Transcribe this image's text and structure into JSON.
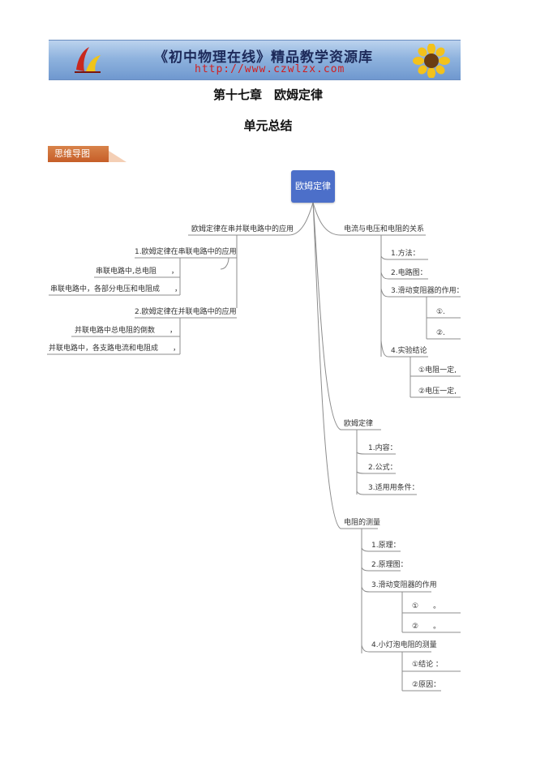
{
  "banner": {
    "title": "《初中物理在线》精品教学资源库",
    "url": "http://www.czwlzx.com"
  },
  "doc": {
    "title": "第十七章　欧姆定律",
    "subtitle": "单元总结"
  },
  "section_tag": "思维导图",
  "mindmap": {
    "root": "欧姆定律",
    "left": {
      "label": "欧姆定律在串并联电路中的应用",
      "series": {
        "label": "1.欧姆定律在串联电路中的应用",
        "items": [
          "串联电路中,总电阻　　，",
          "串联电路中，各部分电压和电阻成　　，"
        ]
      },
      "parallel": {
        "label": "2.欧姆定律在并联电路中的应用",
        "items": [
          "并联电路中总电阻的倒数　　，",
          "并联电路中，各支路电流和电阻成　　，"
        ]
      }
    },
    "right1": {
      "label": "电流与电压和电阻的关系",
      "method": "1.方法：",
      "circuit": "2.电路图：",
      "rheostat": {
        "label": "3.滑动变阻器的作用：",
        "items": [
          "①.",
          "②."
        ]
      },
      "conclusion": {
        "label": "4.实验结论",
        "items": [
          "①电阻一定,",
          "②电压一定,"
        ]
      }
    },
    "right2": {
      "label": "欧姆定律",
      "items": [
        "1.内容：",
        "2.公式：",
        "3.适用用条件："
      ]
    },
    "right3": {
      "label": "电阻的测量",
      "principle": "1.原理：",
      "diagram": "2.原理图：",
      "rheostat": {
        "label": "3.滑动变阻器的作用",
        "items": [
          "①　　。",
          "②　　。"
        ]
      },
      "bulb": {
        "label": "4.小灯泡电阻的测量",
        "items": [
          "①结论 ：",
          "②原因："
        ]
      }
    }
  }
}
